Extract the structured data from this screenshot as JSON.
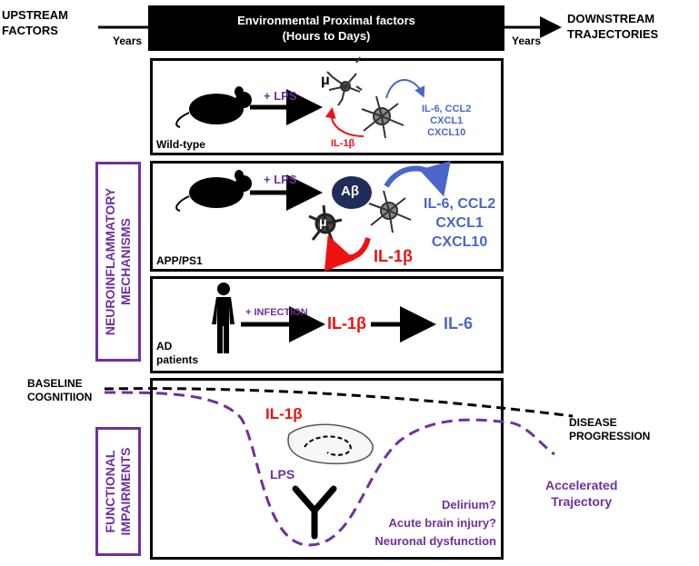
{
  "header": {
    "upstream": [
      "UPSTREAM",
      "FACTORS"
    ],
    "downstream": [
      "DOWNSTREAM",
      "TRAJECTORIES"
    ],
    "years_left": "Years",
    "years_right": "Years",
    "banner_line1": "Environmental Proximal factors",
    "banner_line2": "(Hours to Days)"
  },
  "panels": {
    "wildtype": {
      "label": "Wild-type",
      "stimulus": "+ LPS",
      "mu": "μ",
      "il1b": "IL-1β",
      "cytokines": [
        "IL-6, CCL2",
        "CXCL1",
        "CXCL10"
      ]
    },
    "app": {
      "label": "APP/PS1",
      "stimulus": "+ LPS",
      "abeta": "Aβ",
      "mu": "μ",
      "il1b": "IL-1β",
      "cytokines": [
        "IL-6, CCL2",
        "CXCL1",
        "CXCL10"
      ]
    },
    "ad": {
      "label": [
        "AD",
        "patients"
      ],
      "stimulus": "+ INFECTION",
      "il1b": "IL-1β",
      "il6": "IL-6"
    },
    "functional": {
      "il1b": "IL-1β",
      "lps": "LPS",
      "outcomes": [
        "Delirium?",
        "Acute brain injury?",
        "Neuronal dysfunction"
      ]
    }
  },
  "side_labels": {
    "mechanisms": [
      "NEUROINFLAMMATORY",
      "MECHANISMS"
    ],
    "impairments": [
      "FUNCTIONAL",
      "IMPAIRMENTS"
    ]
  },
  "trajectory": {
    "baseline": [
      "BASELINE",
      "COGNITIION"
    ],
    "disease": [
      "DISEASE",
      "PROGRESSION"
    ],
    "accelerated": [
      "Accelerated",
      "Trajectory"
    ]
  },
  "colors": {
    "purple": "#7030a0",
    "red": "#ee1111",
    "blue": "#4a66c8",
    "black": "#000000"
  }
}
